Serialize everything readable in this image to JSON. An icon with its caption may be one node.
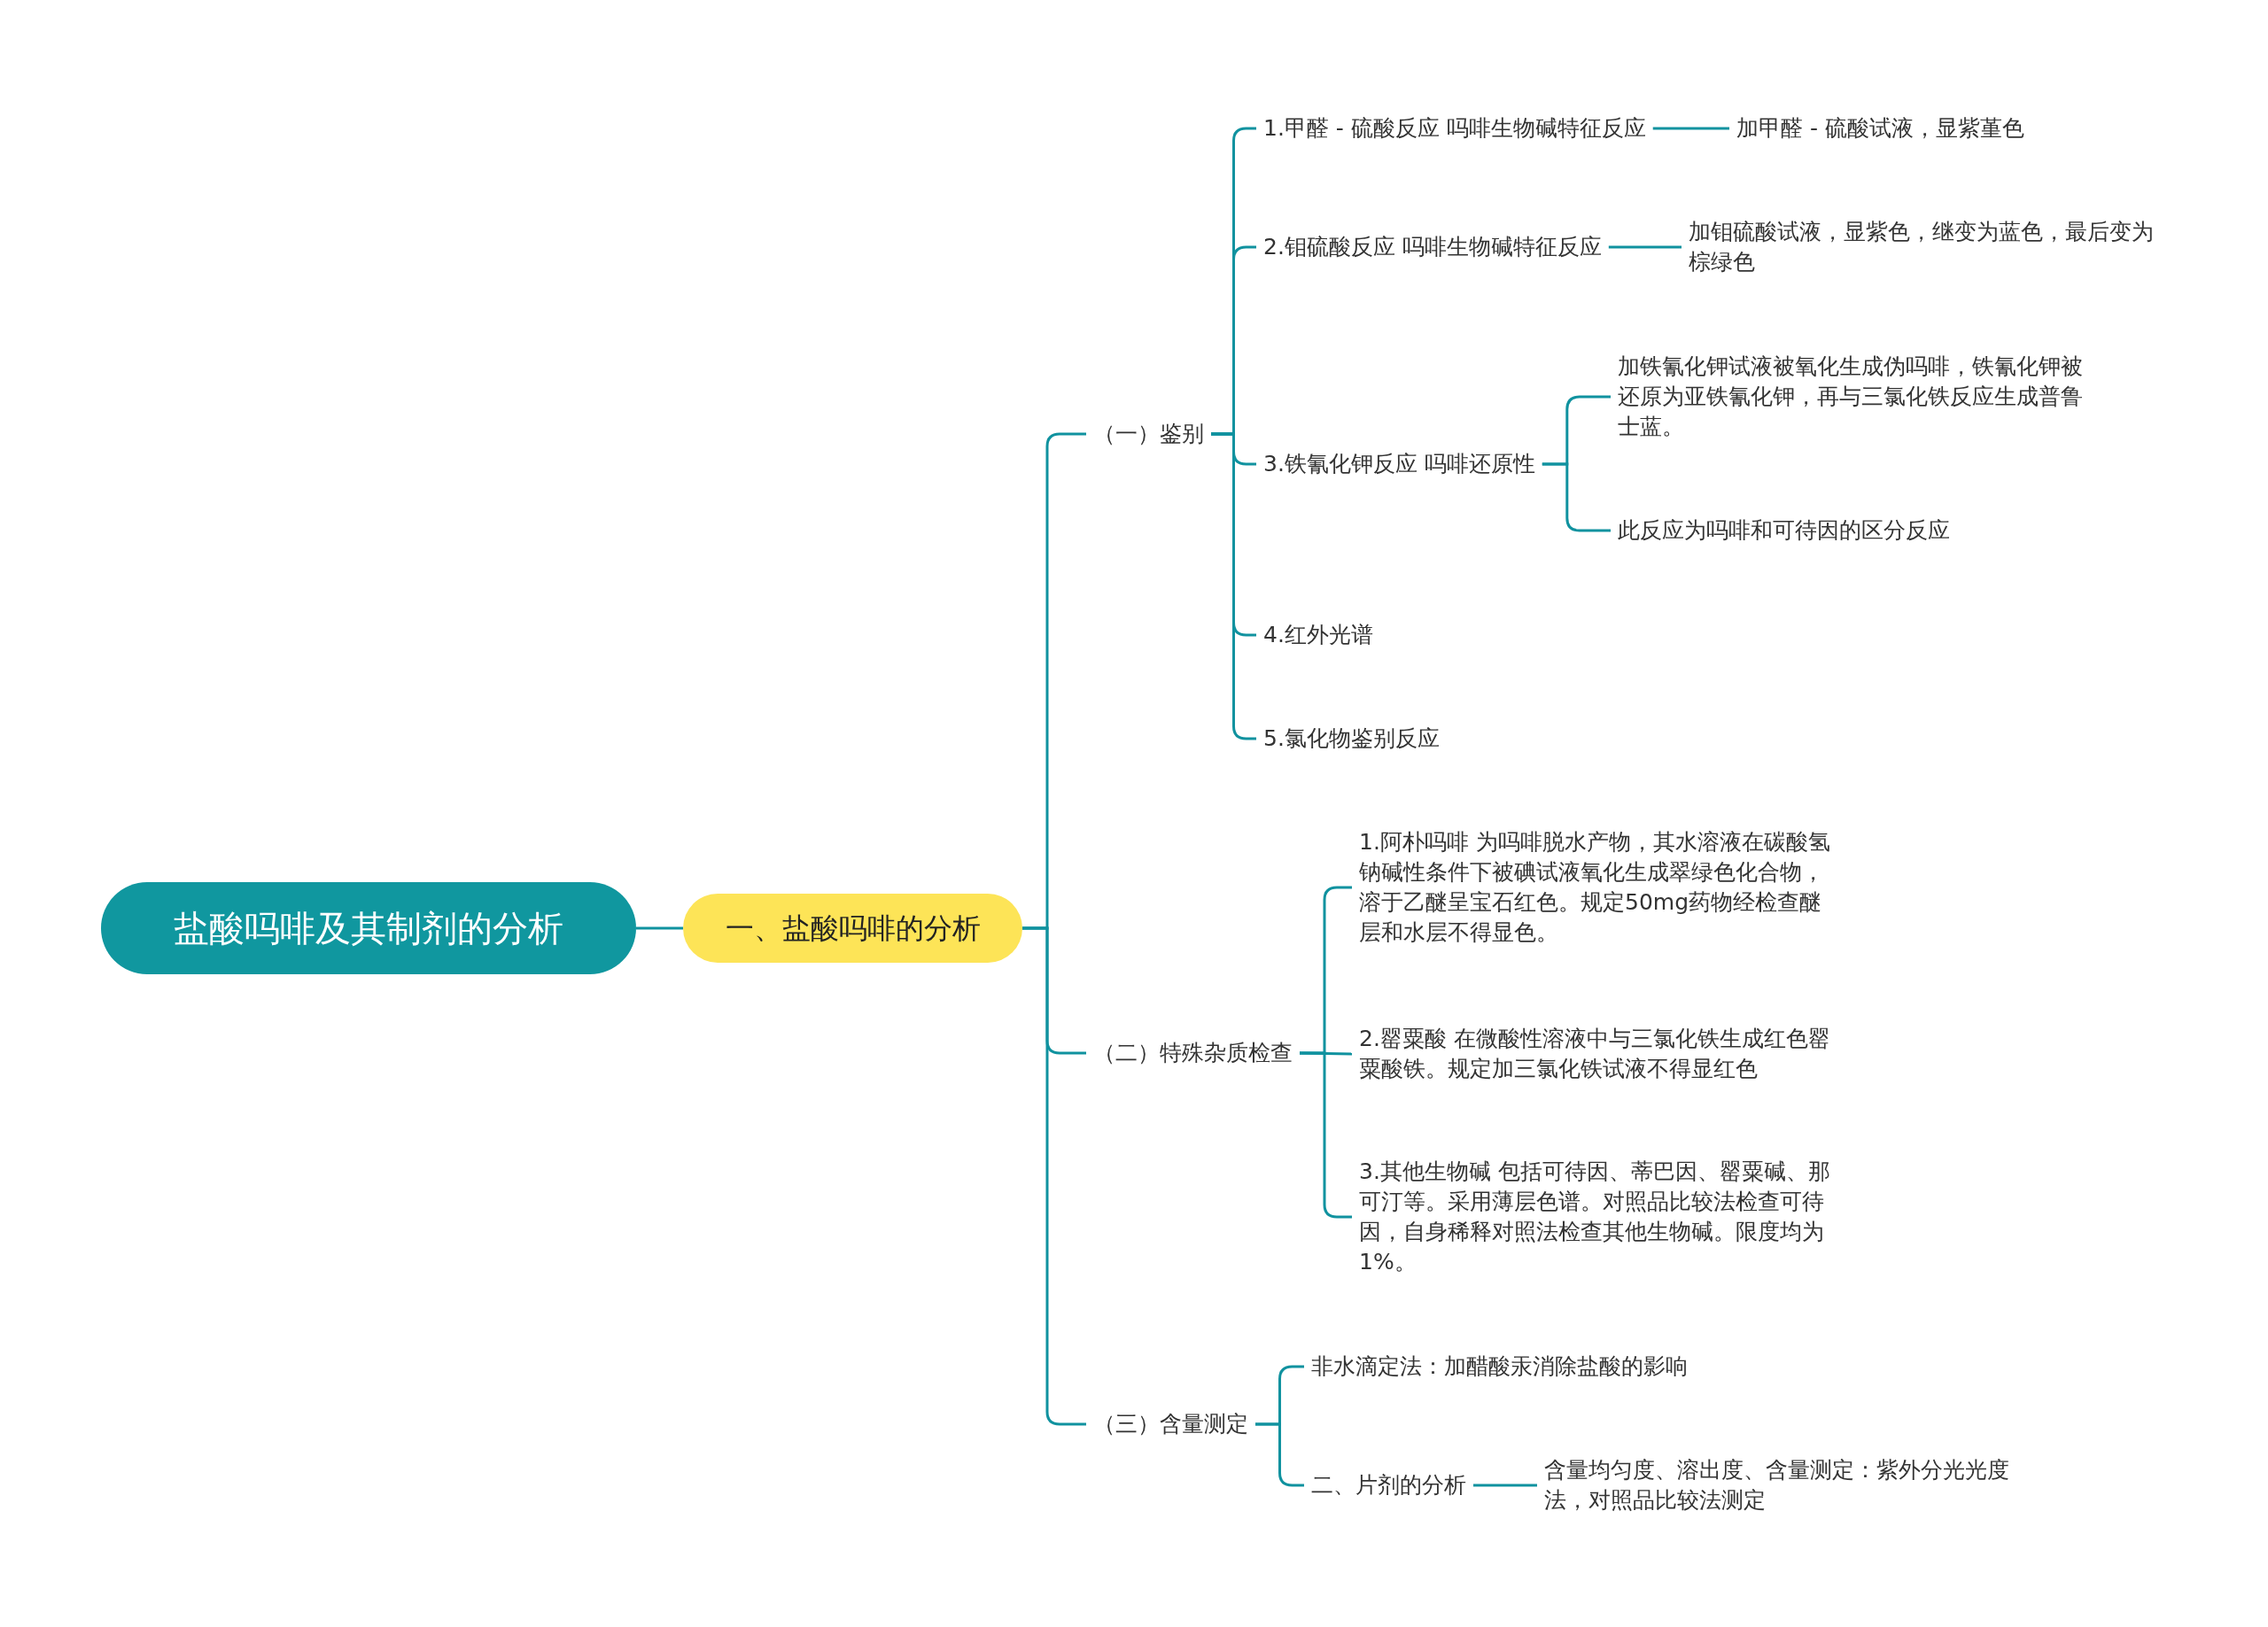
{
  "diagram": {
    "nodes": [
      {
        "text": [
          "盐酸吗啡及其制剂的分析"
        ]
      },
      {
        "text": [
          "一、盐酸吗啡的分析"
        ]
      },
      {
        "text": [
          "（一）鉴别"
        ]
      },
      {
        "text": [
          "1.甲醛 - 硫酸反应 吗啡生物碱特征反应"
        ]
      },
      {
        "text": [
          "加甲醛 - 硫酸试液，显紫堇色"
        ]
      },
      {
        "text": [
          "2.钼硫酸反应 吗啡生物碱特征反应"
        ]
      },
      {
        "text": [
          "加钼硫酸试液，显紫色，继变为蓝色，最后变为棕绿色"
        ]
      },
      {
        "text": [
          "3.铁氰化钾反应 吗啡还原性"
        ]
      },
      {
        "text": [
          "加铁氰化钾试液被氧化生成伪吗啡，铁氰化钾被还原为亚铁氰化钾，再与三氯化铁反应生成普鲁士蓝。"
        ]
      },
      {
        "text": [
          "此反应为吗啡和可待因的区分反应"
        ]
      },
      {
        "text": [
          "4.红外光谱"
        ]
      },
      {
        "text": [
          "5.氯化物鉴别反应"
        ]
      },
      {
        "text": [
          "（二）特殊杂质检查"
        ]
      },
      {
        "text": [
          "1.阿朴吗啡 为吗啡脱水产物，其水溶液在碳酸氢钠碱性条件下被碘试液氧化生成翠绿色化合物，溶于乙醚呈宝石红色。规定50mg药物经检查醚层和水层不得显色。"
        ]
      },
      {
        "text": [
          "2.罂粟酸 在微酸性溶液中与三氯化铁生成红色罂粟酸铁。规定加三氯化铁试液不得显红色"
        ]
      },
      {
        "text": [
          "3.其他生物碱 包括可待因、蒂巴因、罂粟碱、那可汀等。采用薄层色谱。对照品比较法检查可待因，自身稀释对照法检查其他生物碱。限度均为1%。"
        ]
      },
      {
        "text": [
          "（三）含量测定"
        ]
      },
      {
        "text": [
          "非水滴定法：加醋酸汞消除盐酸的影响"
        ]
      },
      {
        "text": [
          "二、片剂的分析"
        ]
      },
      {
        "text": [
          "含量均匀度、溶出度、含量测定：紫外分光光度法，对照品比较法测定"
        ]
      }
    ],
    "edges": [
      {
        "from": 0,
        "to": 1,
        "arrow": "none"
      },
      {
        "from": 1,
        "to": 2,
        "arrow": "none"
      },
      {
        "from": 1,
        "to": 12,
        "arrow": "none"
      },
      {
        "from": 1,
        "to": 16,
        "arrow": "none"
      },
      {
        "from": 2,
        "to": 3,
        "arrow": "none"
      },
      {
        "from": 2,
        "to": 5,
        "arrow": "none"
      },
      {
        "from": 2,
        "to": 7,
        "arrow": "none"
      },
      {
        "from": 2,
        "to": 10,
        "arrow": "none"
      },
      {
        "from": 2,
        "to": 11,
        "arrow": "none"
      },
      {
        "from": 3,
        "to": 4,
        "arrow": "none"
      },
      {
        "from": 5,
        "to": 6,
        "arrow": "none"
      },
      {
        "from": 7,
        "to": 8,
        "arrow": "none"
      },
      {
        "from": 7,
        "to": 9,
        "arrow": "none"
      },
      {
        "from": 12,
        "to": 13,
        "arrow": "none"
      },
      {
        "from": 12,
        "to": 14,
        "arrow": "none"
      },
      {
        "from": 12,
        "to": 15,
        "arrow": "none"
      },
      {
        "from": 16,
        "to": 17,
        "arrow": "none"
      },
      {
        "from": 16,
        "to": 18,
        "arrow": "none"
      },
      {
        "from": 18,
        "to": 19,
        "arrow": "none"
      }
    ]
  }
}
